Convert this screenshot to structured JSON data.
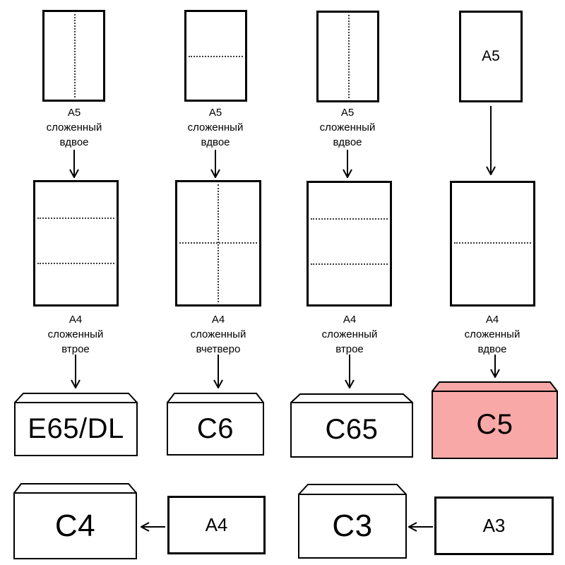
{
  "colors": {
    "stroke": "#000000",
    "paper_fill": "#ffffff",
    "highlight_fill": "#f9a8a8"
  },
  "columns": [
    {
      "top_caption": [
        "A5",
        "сложенный",
        "вдвое"
      ],
      "mid_caption": [
        "A4",
        "сложенный",
        "втрое"
      ],
      "envelope_label": "E65/DL"
    },
    {
      "top_caption": [
        "A5",
        "сложенный",
        "вдвое"
      ],
      "mid_caption": [
        "A4",
        "сложенный",
        "вчетверо"
      ],
      "envelope_label": "C6"
    },
    {
      "top_caption": [
        "A5",
        "сложенный",
        "вдвое"
      ],
      "mid_caption": [
        "A4",
        "сложенный",
        "втрое"
      ],
      "envelope_label": "C65"
    },
    {
      "top_paper_inner_label": "A5",
      "mid_caption": [
        "A4",
        "сложенный",
        "вдвое"
      ],
      "envelope_label": "C5"
    }
  ],
  "bottom_row": [
    {
      "envelope_label": "C4",
      "source_paper_label": "A4"
    },
    {
      "envelope_label": "C3",
      "source_paper_label": "A3"
    }
  ]
}
